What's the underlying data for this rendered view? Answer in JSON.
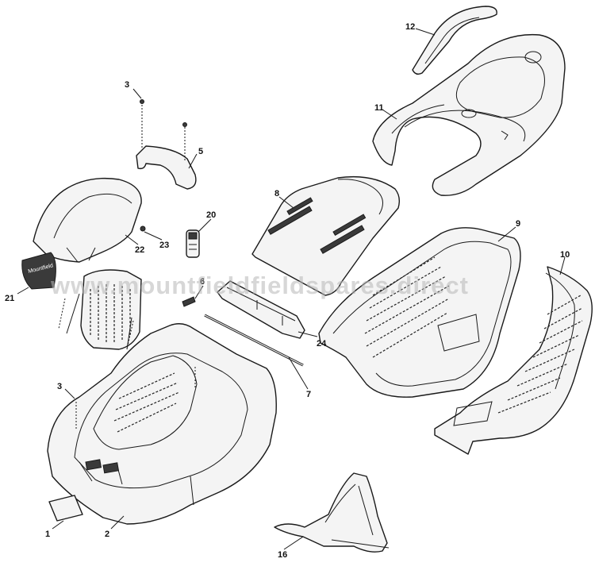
{
  "watermark": "www.mountfieldfieldspares.direct",
  "decal_text": "Mountfield",
  "callouts": {
    "p1": "1",
    "p2": "2",
    "p3a": "3",
    "p3b": "3",
    "p5": "5",
    "p6": "6",
    "p7": "7",
    "p8": "8",
    "p9": "9",
    "p10": "10",
    "p11": "11",
    "p12": "12",
    "p16": "16",
    "p20": "20",
    "p21": "21",
    "p22": "22",
    "p23": "23",
    "p24": "24"
  }
}
